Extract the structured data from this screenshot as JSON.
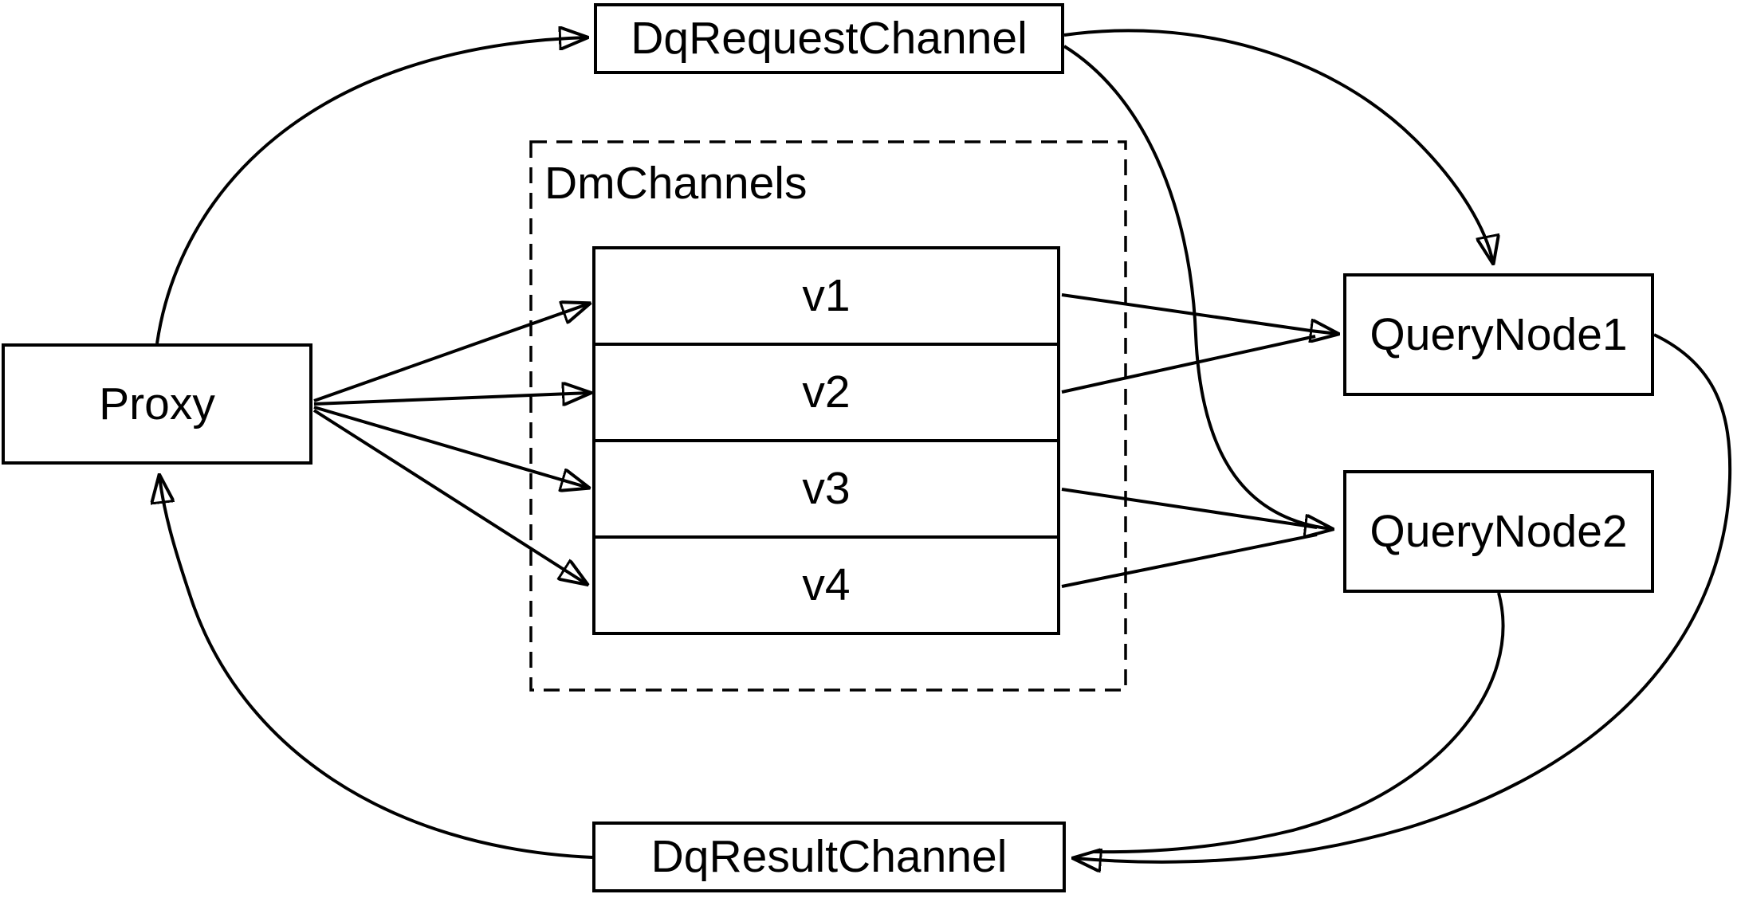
{
  "diagram": {
    "colors": {
      "background": "#ffffff",
      "stroke": "#000000",
      "text": "#000000"
    },
    "nodes": {
      "proxy": {
        "label": "Proxy"
      },
      "dq_request_channel": {
        "label": "DqRequestChannel"
      },
      "dm_channels": {
        "label": "DmChannels",
        "channels": [
          "v1",
          "v2",
          "v3",
          "v4"
        ]
      },
      "query_node_1": {
        "label": "QueryNode1"
      },
      "query_node_2": {
        "label": "QueryNode2"
      },
      "dq_result_channel": {
        "label": "DqResultChannel"
      }
    },
    "edges": [
      {
        "from": "Proxy",
        "to": "DqRequestChannel"
      },
      {
        "from": "Proxy",
        "to": "v1"
      },
      {
        "from": "Proxy",
        "to": "v2"
      },
      {
        "from": "Proxy",
        "to": "v3"
      },
      {
        "from": "Proxy",
        "to": "v4"
      },
      {
        "from": "v1",
        "to": "QueryNode1"
      },
      {
        "from": "v2",
        "to": "QueryNode1"
      },
      {
        "from": "v3",
        "to": "QueryNode2"
      },
      {
        "from": "v4",
        "to": "QueryNode2"
      },
      {
        "from": "DqRequestChannel",
        "to": "QueryNode1"
      },
      {
        "from": "DqRequestChannel",
        "to": "QueryNode2"
      },
      {
        "from": "QueryNode1",
        "to": "DqResultChannel"
      },
      {
        "from": "QueryNode2",
        "to": "DqResultChannel"
      },
      {
        "from": "DqResultChannel",
        "to": "Proxy"
      }
    ]
  }
}
